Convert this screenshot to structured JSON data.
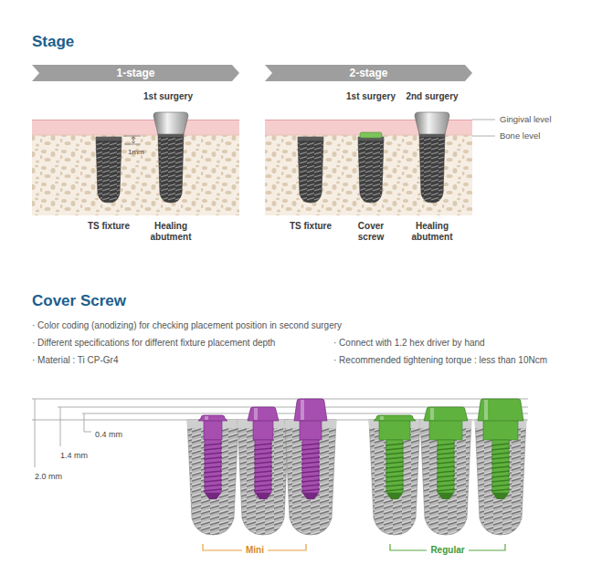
{
  "diagram": {
    "title": "Stage",
    "nodes": [
      {
        "text": [
          "1-stage"
        ]
      },
      {
        "text": [
          "2-stage"
        ]
      }
    ],
    "labels": [
      "1st surgery",
      "1mm",
      "TS fixture",
      "Healing abutment",
      "1st surgery",
      "2nd surgery",
      "Gingival level",
      "Bone level",
      "TS fixture",
      "Cover screw",
      "Healing abutment",
      "Cover Screw",
      "· Color coding (anodizing) for checking placement position in second surgery",
      "· Different specifications for different fixture placement depth",
      "· Material : Ti CP-Gr4",
      "· Connect with 1.2 hex driver by hand",
      "· Recommended tightening torque : less than 10Ncm",
      "0.4 mm",
      "1.4 mm",
      "2.0 mm",
      "Mini",
      "Regular"
    ]
  }
}
